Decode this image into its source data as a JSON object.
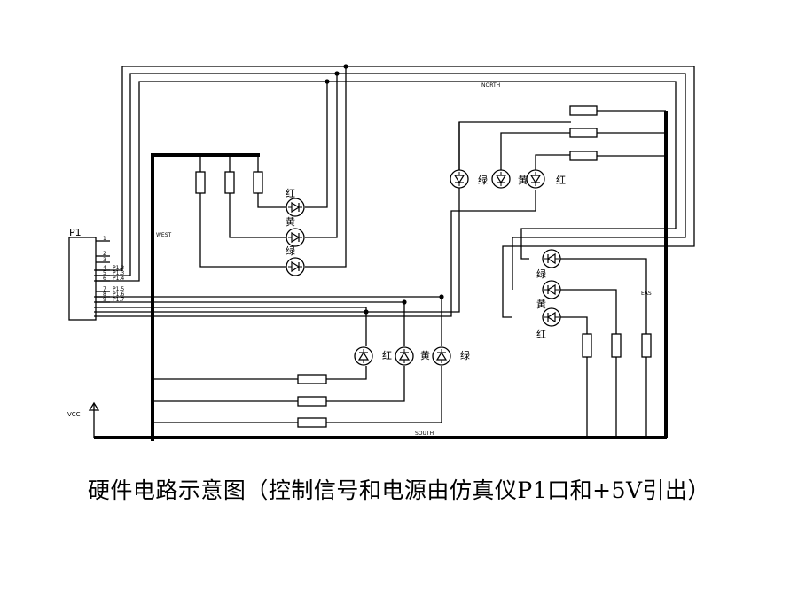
{
  "diagram": {
    "header_label": "P1",
    "pin_numbers": [
      "1",
      "2",
      "3",
      "4",
      "5",
      "6",
      "7",
      "8",
      "9"
    ],
    "pin_names": [
      "P1.2",
      "P1.3",
      "P1.4",
      "P1.5",
      "P1.6",
      "P1.7"
    ],
    "vcc_label": "VCC",
    "direction_labels": {
      "north": "NORTH",
      "west": "WEST",
      "east": "EAST",
      "south": "SOUTH"
    },
    "led_colors": {
      "red": "红",
      "yellow": "黄",
      "green": "绿"
    }
  },
  "caption": "硬件电路示意图（控制信号和电源由仿真仪P1口和+5V引出）"
}
